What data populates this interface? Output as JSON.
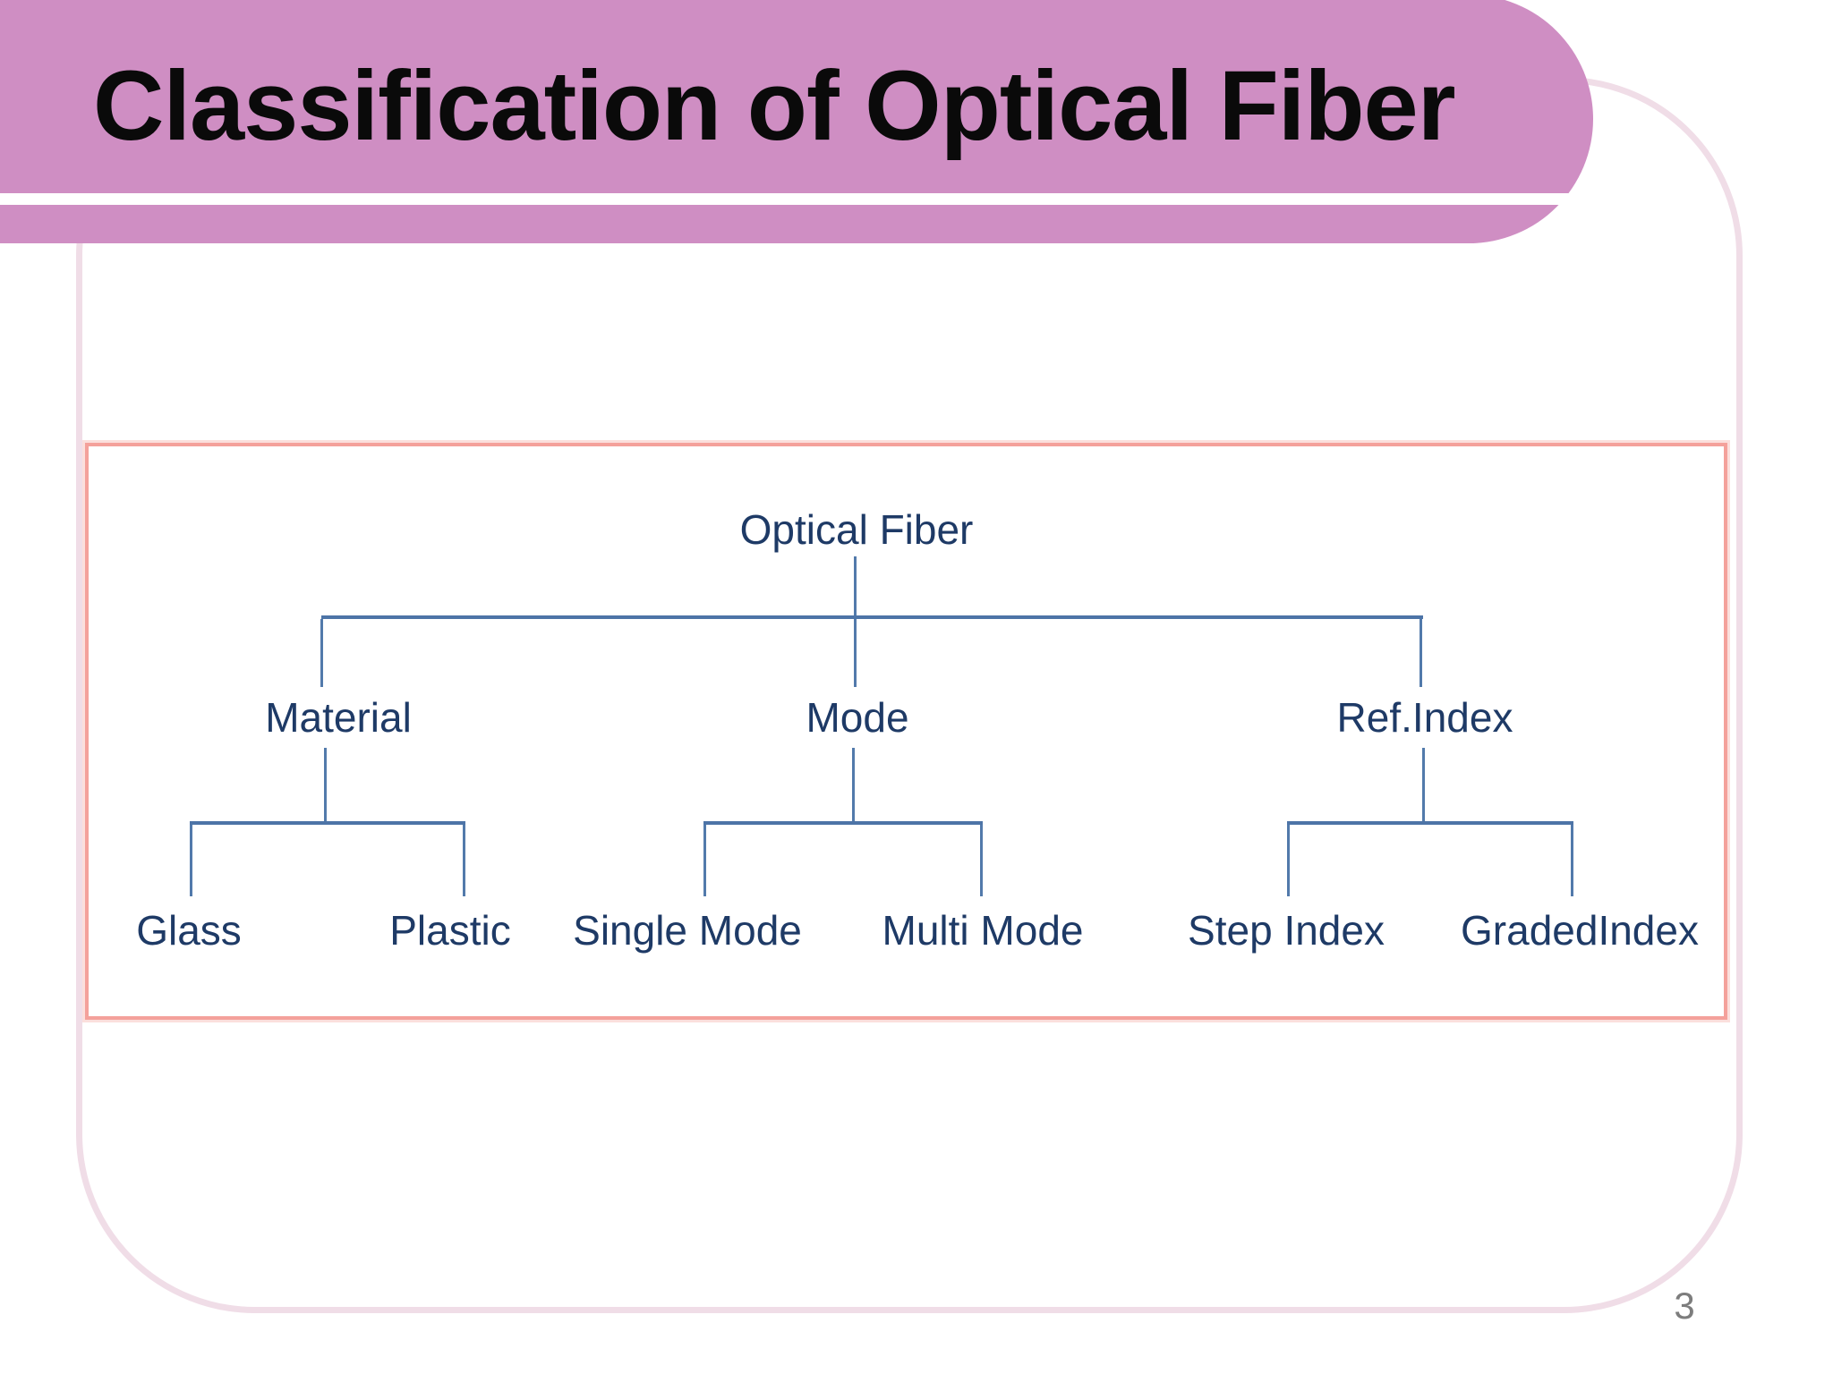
{
  "slide": {
    "title": "Classification of Optical Fiber",
    "page_number": "3"
  },
  "colors": {
    "banner_pink": "#cf8ec3",
    "banner_stripe_white": "#ffffff",
    "frame_border_pink": "#f0dde7",
    "diagram_border_salmon": "#f4a19b",
    "connector_blue": "#4d74a7",
    "label_navy": "#1e3a66",
    "title_black": "#0a0a0a",
    "page_number_gray": "#7d7d7d"
  },
  "diagram": {
    "root": "Optical Fiber",
    "branches": [
      {
        "label": "Material",
        "children": [
          "Glass",
          "Plastic"
        ]
      },
      {
        "label": "Mode",
        "children": [
          "Single Mode",
          "Multi Mode"
        ]
      },
      {
        "label": "Ref.Index",
        "children": [
          "Step Index",
          "GradedIndex"
        ]
      }
    ]
  }
}
